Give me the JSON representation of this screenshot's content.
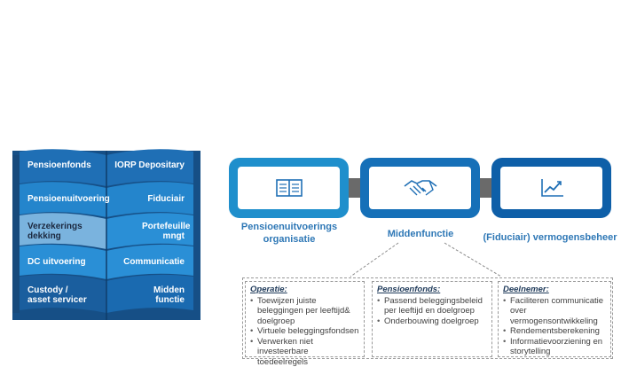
{
  "book": {
    "left_items": [
      "Pensioenfonds",
      "Pensioenuitvoering",
      "Verzekerings dekking",
      "DC uitvoering",
      "Custody / asset servicer"
    ],
    "right_items": [
      "IORP Depositary",
      "Fiduciair",
      "Portefeuille mngt",
      "Communicatie",
      "Midden functie"
    ]
  },
  "chain": {
    "boxes": [
      {
        "label": "Pensioenuitvoerings organisatie",
        "icon": "book-icon",
        "color": "#1f8fcc"
      },
      {
        "label": "Middenfunctie",
        "icon": "handshake-icon",
        "color": "#1670b8"
      },
      {
        "label": "(Fiduciair) vermogensbeheer",
        "icon": "chart-growth-icon",
        "color": "#0e5fa8"
      }
    ]
  },
  "details": [
    {
      "heading": "Operatie:",
      "items": [
        "Toewijzen juiste beleggingen per leeftijd& doelgroep",
        "Virtuele beleggingsfondsen",
        "Verwerken niet investeerbare toedeelregels"
      ]
    },
    {
      "heading": "Pensioenfonds:",
      "items": [
        "Passend beleggingsbeleid per leeftijd en doelgroep",
        "Onderbouwing doelgroep"
      ]
    },
    {
      "heading": "Deelnemer:",
      "items": [
        "Faciliteren communicatie over vermogensontwikkeling",
        "Rendementsberekening",
        "Informatievoorziening en storytelling"
      ]
    }
  ]
}
